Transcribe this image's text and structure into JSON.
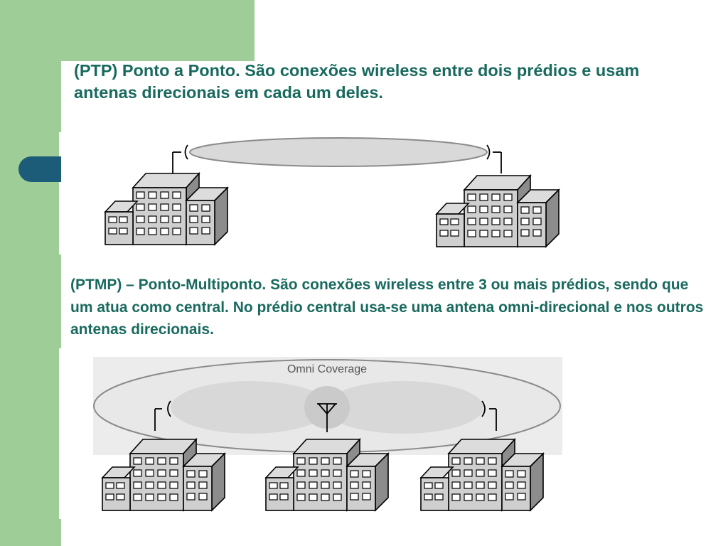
{
  "slide": {
    "ptp_text": "(PTP) Ponto a Ponto. São conexões wireless entre dois prédios e usam antenas direcionais em cada um deles.",
    "ptmp_text": "(PTMP) – Ponto-Multiponto. São conexões wireless entre 3 ou mais prédios, sendo que um atua como central. No prédio central usa-se uma antena omni-direcional e nos outros antenas direcionais.",
    "omni_label": "Omni Coverage"
  },
  "colors": {
    "panel_green": "#9fcd98",
    "accent_blue": "#1d5c78",
    "text_teal": "#196a5e"
  }
}
